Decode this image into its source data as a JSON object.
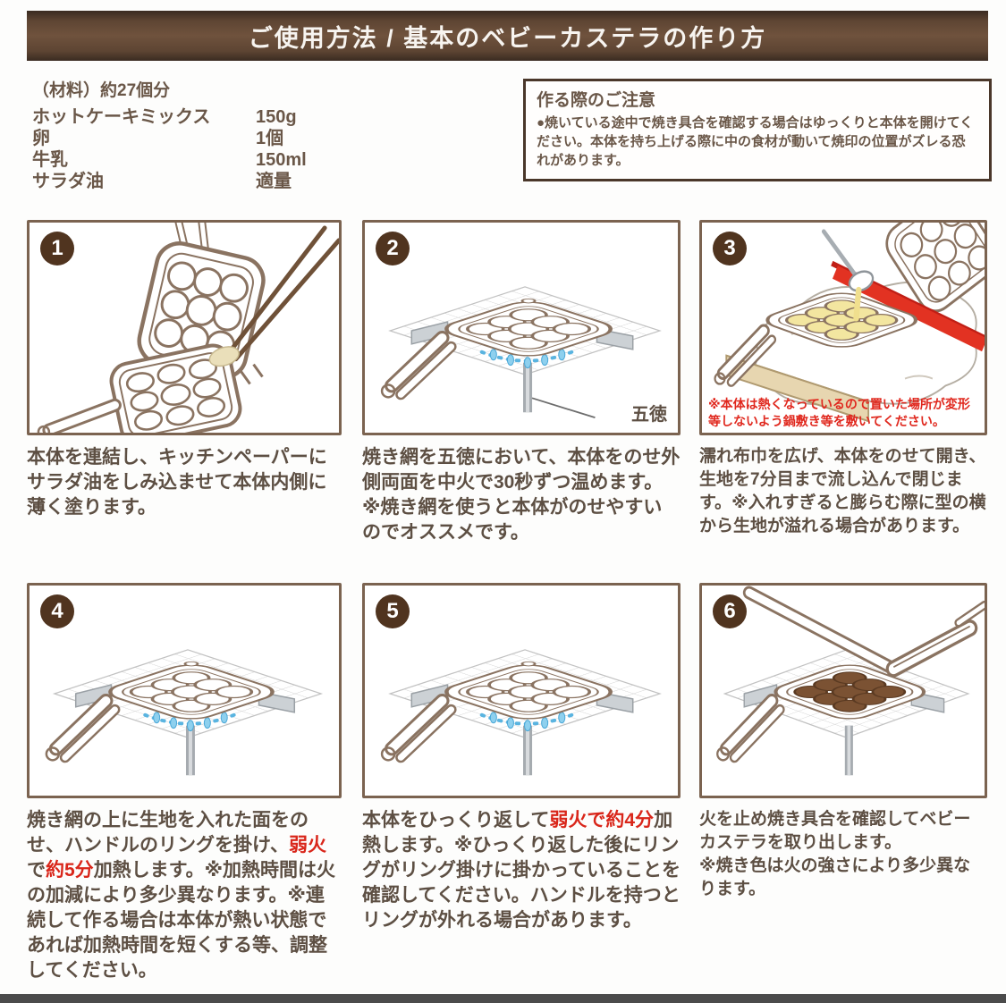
{
  "header": {
    "title": "ご使用方法 / 基本のベビーカステラの作り方"
  },
  "ingredients": {
    "heading": "（材料）約27個分",
    "items": [
      {
        "name": "ホットケーキミックス",
        "amount": "150g"
      },
      {
        "name": "卵",
        "amount": "1個"
      },
      {
        "name": "牛乳",
        "amount": "150ml"
      },
      {
        "name": "サラダ油",
        "amount": "適量"
      }
    ]
  },
  "notice": {
    "title": "作る際のご注意",
    "body": "●焼いている途中で焼き具合を確認する場合はゆっくりと本体を開けてください。本体を持ち上げる際に中の食材が動いて焼印の位置がズレる恐れがあります。"
  },
  "steps": [
    {
      "number": "1",
      "caption": "本体を連結し、キッチンペーパーにサラダ油をしみ込ませて本体内側に薄く塗ります。"
    },
    {
      "number": "2",
      "caption": "焼き網を五徳において、本体をのせ外側両面を中火で30秒ずつ温めます。",
      "note": "※焼き網を使うと本体がのせやすいのでオススメです。",
      "gotoku": "五徳"
    },
    {
      "number": "3",
      "caption": "濡れ布巾を広げ、本体をのせて開き、生地を7分目まで流し込んで閉じます。※入れすぎると膨らむ際に型の横から生地が溢れる場合があります。",
      "warning": "※本体は熱くなっているので置いた場所が変形等しないよう鍋敷き等を敷いてください。"
    },
    {
      "number": "4",
      "caption_pre": "焼き網の上に生地を入れた面をのせ、ハンドルのリングを掛け、",
      "red1": "弱火",
      "mid": "で",
      "red2": "約5分",
      "caption_post": "加熱します。※加熱時間は火の加減により多少異なります。※連続して作る場合は本体が熱い状態であれば加熱時間を短くする等、調整してください。"
    },
    {
      "number": "5",
      "caption_pre": "本体をひっくり返して",
      "red1": "弱火で約4分",
      "caption_post": "加熱します。※ひっくり返した後にリングがリング掛けに掛かっていることを確認してください。ハンドルを持つとリングが外れる場合があります。"
    },
    {
      "number": "6",
      "caption": "火を止め焼き具合を確認してベビーカステラを取り出します。",
      "note": "※焼き色は火の強さにより多少異なります。"
    }
  ],
  "colors": {
    "header_brown": "#5e4533",
    "badge_brown": "#50341f",
    "box_border_brown": "#7b6350",
    "text_brown": "#5d4f43",
    "accent_red": "#d9261a",
    "flame_blue": "#5ab4e0"
  }
}
